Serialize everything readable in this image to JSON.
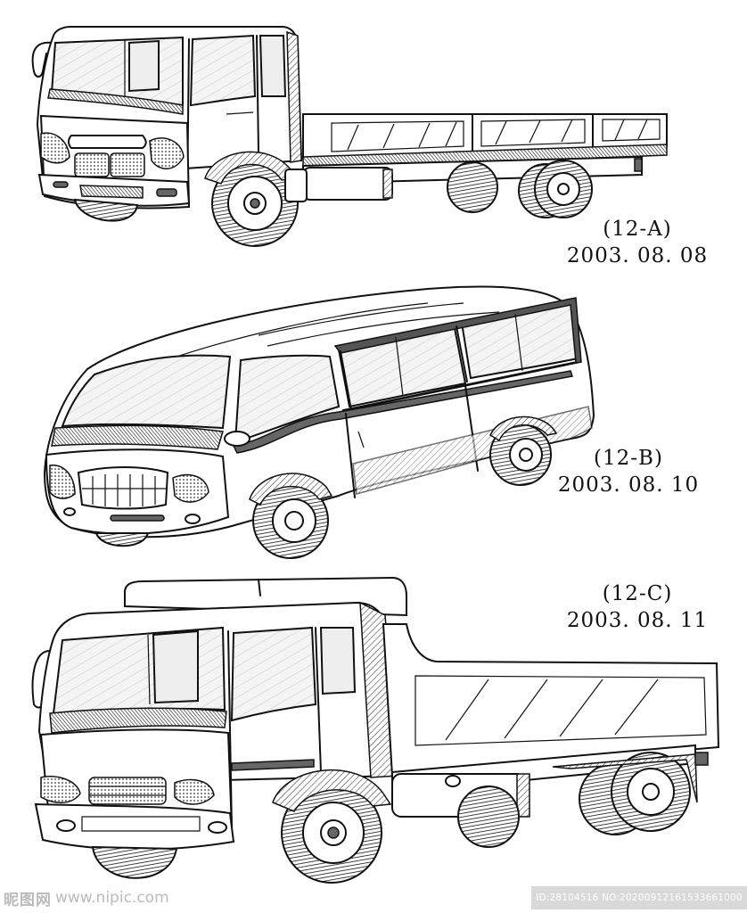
{
  "figures": [
    {
      "code": "(12-A)",
      "date": "2003. 08. 08"
    },
    {
      "code": "(12-B)",
      "date": "2003. 08. 10"
    },
    {
      "code": "(12-C)",
      "date": "2003. 08. 11"
    }
  ],
  "watermark": {
    "logo_text": "昵图网",
    "site": "www.nipic.com",
    "id_text": "ID:28104516 NO:20200912161533661000"
  }
}
